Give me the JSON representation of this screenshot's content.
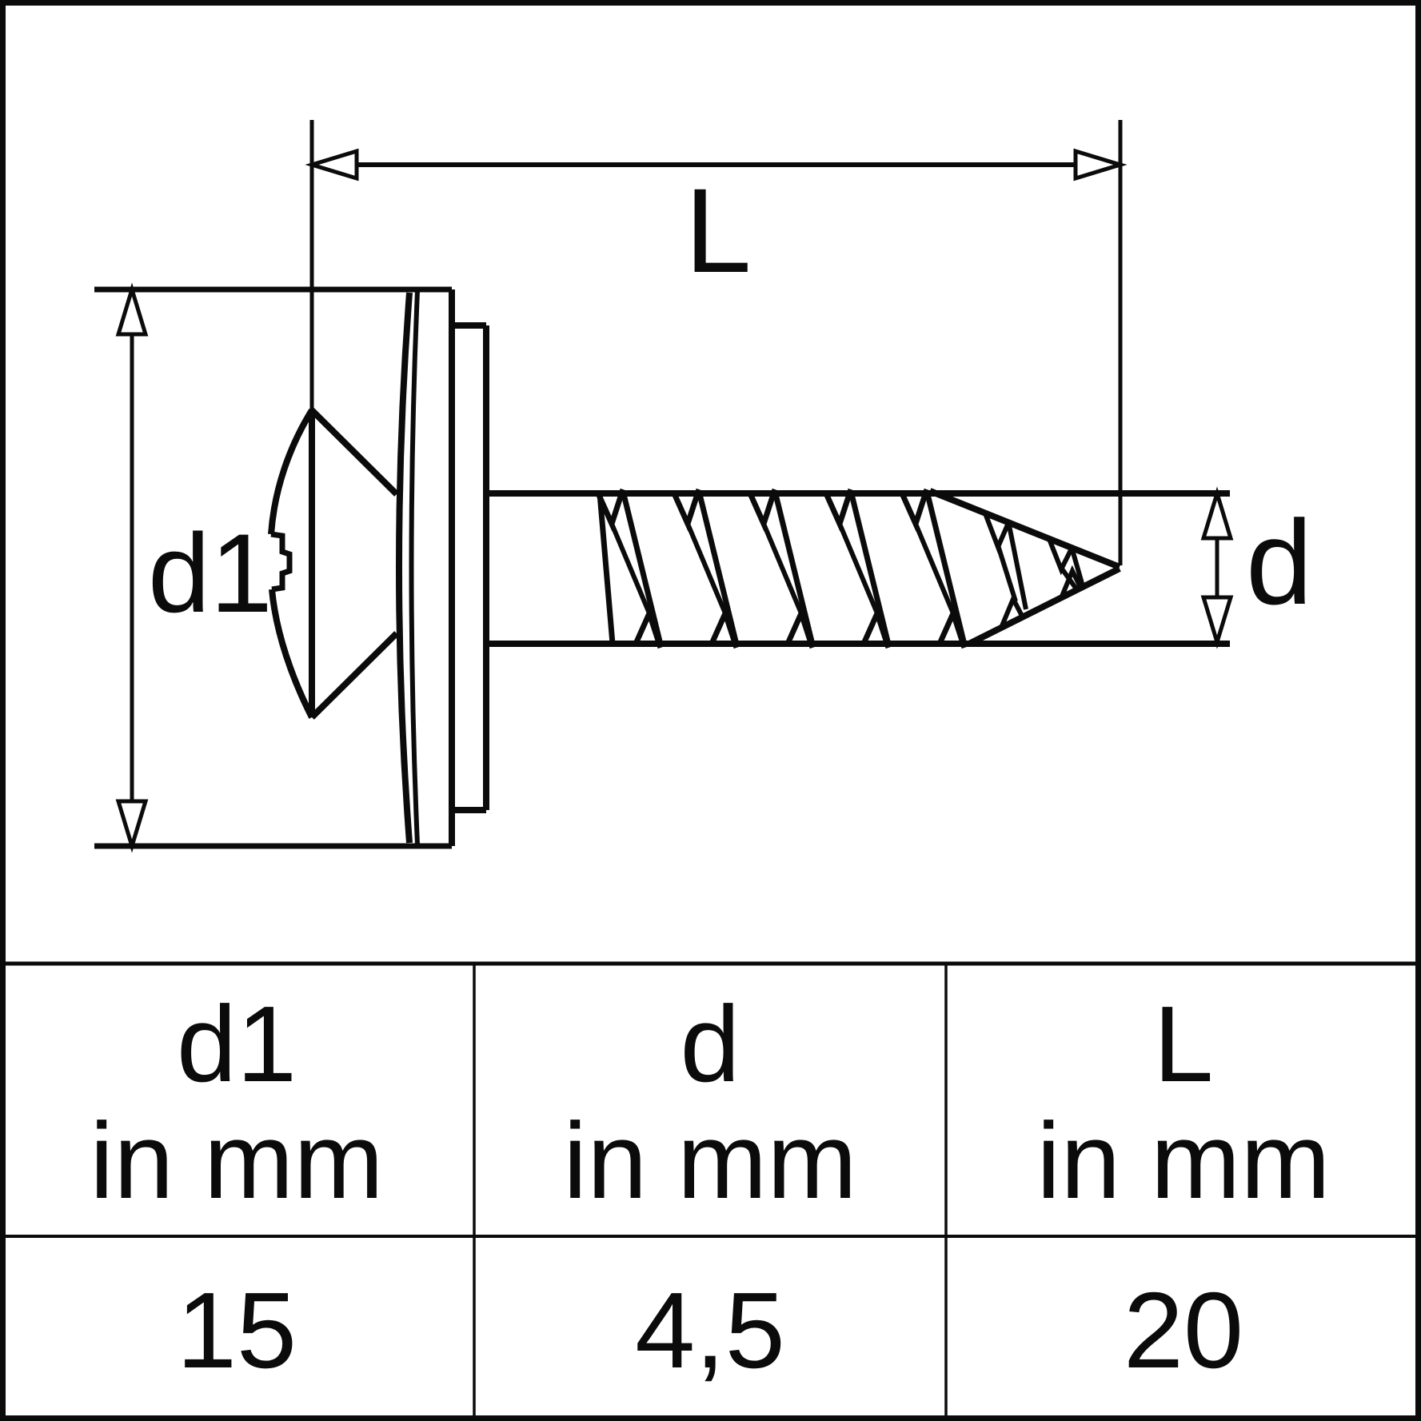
{
  "drawing": {
    "dim_length_label": "L",
    "dim_head_diameter_label": "d1",
    "dim_thread_diameter_label": "d"
  },
  "table": {
    "columns": [
      {
        "symbol": "d1",
        "unit": "in mm",
        "value": "15"
      },
      {
        "symbol": "d",
        "unit": "in mm",
        "value": "4,5"
      },
      {
        "symbol": "L",
        "unit": "in mm",
        "value": "20"
      }
    ]
  },
  "colors": {
    "line": "#0b0b0b",
    "background": "#ffffff"
  }
}
